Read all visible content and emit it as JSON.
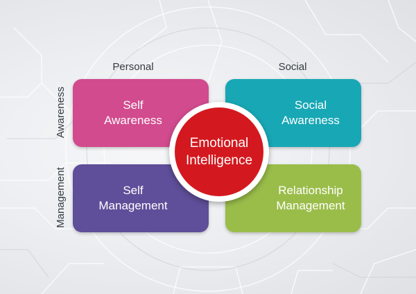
{
  "columns": {
    "personal": "Personal",
    "social": "Social"
  },
  "rows": {
    "awareness": "Awareness",
    "management": "Management"
  },
  "quadrants": {
    "self_awareness": {
      "label": "Self\nAwareness",
      "color": "#d14b8e"
    },
    "social_awareness": {
      "label": "Social\nAwareness",
      "color": "#18a7b5"
    },
    "self_management": {
      "label": "Self\nManagement",
      "color": "#5f4e99"
    },
    "relationship_management": {
      "label": "Relationship\nManagement",
      "color": "#9abd4a"
    }
  },
  "center": {
    "label": "Emotional\nIntelligence",
    "color": "#d3191f"
  }
}
